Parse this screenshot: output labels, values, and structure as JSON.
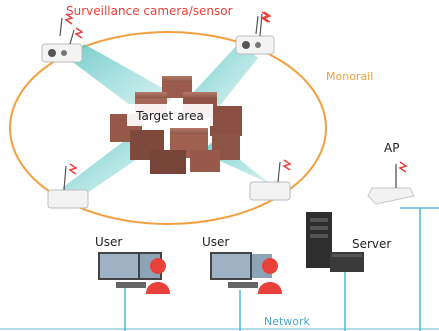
{
  "labels": {
    "surveillance": "Surveillance camera/sensor",
    "monorail": "Monorail",
    "target_area": "Target area",
    "ap": "AP",
    "server": "Server",
    "user_left": "User",
    "user_right": "User",
    "network": "Network"
  },
  "colors": {
    "accent_red": "#e8403a",
    "monorail_orange": "#f0a040",
    "network_line": "#5fb8d6",
    "cone_teal": "#7fd3cf",
    "crate_brown": "#8a4a3c",
    "label_text": "#222222"
  },
  "icons": {
    "camera": "surveillance-camera-icon",
    "antenna": "wireless-antenna-icon",
    "access_point": "access-point-icon",
    "server": "server-tower-icon",
    "monitor": "monitor-icon",
    "user": "user-avatar-icon"
  }
}
